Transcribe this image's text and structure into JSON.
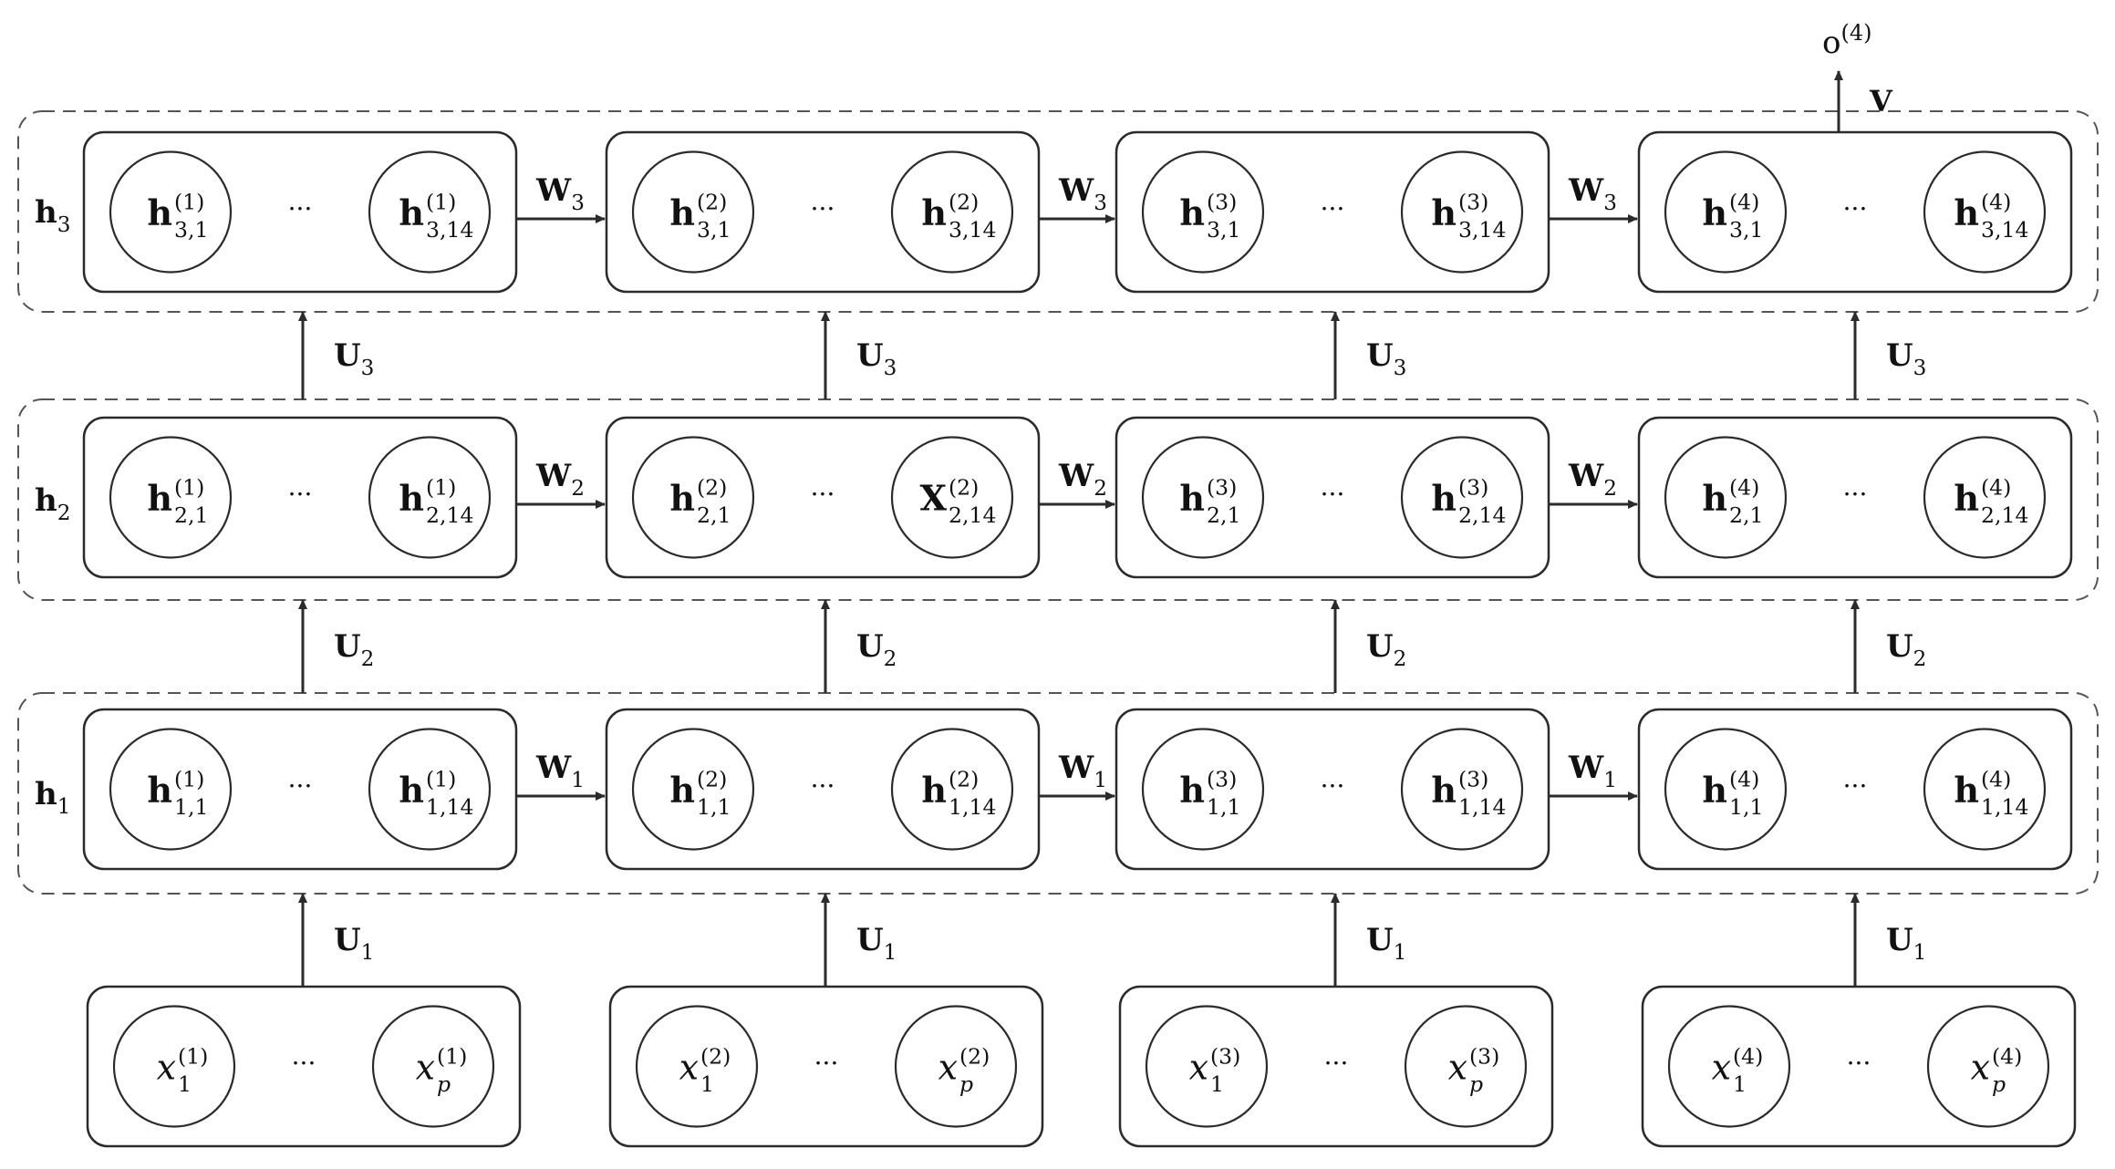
{
  "output": {
    "label": "o",
    "sup": "(4)",
    "weight_label": "V"
  },
  "layers": [
    {
      "label": "h",
      "label_sub": "3",
      "lateral_label": "W",
      "lateral_sub": "3",
      "upward_label": "U",
      "upward_sub": "3",
      "cells": [
        {
          "first": {
            "base": "h",
            "sub": "3,1",
            "sup": "(1)"
          },
          "ellipsis": "···",
          "last": {
            "base": "h",
            "sub": "3,14",
            "sup": "(1)"
          }
        },
        {
          "first": {
            "base": "h",
            "sub": "3,1",
            "sup": "(2)"
          },
          "ellipsis": "···",
          "last": {
            "base": "h",
            "sub": "3,14",
            "sup": "(2)"
          }
        },
        {
          "first": {
            "base": "h",
            "sub": "3,1",
            "sup": "(3)"
          },
          "ellipsis": "···",
          "last": {
            "base": "h",
            "sub": "3,14",
            "sup": "(3)"
          }
        },
        {
          "first": {
            "base": "h",
            "sub": "3,1",
            "sup": "(4)"
          },
          "ellipsis": "···",
          "last": {
            "base": "h",
            "sub": "3,14",
            "sup": "(4)"
          }
        }
      ]
    },
    {
      "label": "h",
      "label_sub": "2",
      "lateral_label": "W",
      "lateral_sub": "2",
      "upward_label": "U",
      "upward_sub": "2",
      "cells": [
        {
          "first": {
            "base": "h",
            "sub": "2,1",
            "sup": "(1)"
          },
          "ellipsis": "···",
          "last": {
            "base": "h",
            "sub": "2,14",
            "sup": "(1)"
          }
        },
        {
          "first": {
            "base": "h",
            "sub": "2,1",
            "sup": "(2)"
          },
          "ellipsis": "···",
          "last": {
            "base": "X",
            "sub": "2,14",
            "sup": "(2)"
          }
        },
        {
          "first": {
            "base": "h",
            "sub": "2,1",
            "sup": "(3)"
          },
          "ellipsis": "···",
          "last": {
            "base": "h",
            "sub": "2,14",
            "sup": "(3)"
          }
        },
        {
          "first": {
            "base": "h",
            "sub": "2,1",
            "sup": "(4)"
          },
          "ellipsis": "···",
          "last": {
            "base": "h",
            "sub": "2,14",
            "sup": "(4)"
          }
        }
      ]
    },
    {
      "label": "h",
      "label_sub": "1",
      "lateral_label": "W",
      "lateral_sub": "1",
      "upward_label": "U",
      "upward_sub": "1",
      "cells": [
        {
          "first": {
            "base": "h",
            "sub": "1,1",
            "sup": "(1)"
          },
          "ellipsis": "···",
          "last": {
            "base": "h",
            "sub": "1,14",
            "sup": "(1)"
          }
        },
        {
          "first": {
            "base": "h",
            "sub": "1,1",
            "sup": "(2)"
          },
          "ellipsis": "···",
          "last": {
            "base": "h",
            "sub": "1,14",
            "sup": "(2)"
          }
        },
        {
          "first": {
            "base": "h",
            "sub": "1,1",
            "sup": "(3)"
          },
          "ellipsis": "···",
          "last": {
            "base": "h",
            "sub": "1,14",
            "sup": "(3)"
          }
        },
        {
          "first": {
            "base": "h",
            "sub": "1,1",
            "sup": "(4)"
          },
          "ellipsis": "···",
          "last": {
            "base": "h",
            "sub": "1,14",
            "sup": "(4)"
          }
        }
      ]
    }
  ],
  "inputs": [
    {
      "first": {
        "base": "x",
        "sub": "1",
        "sup": "(1)"
      },
      "ellipsis": "···",
      "last": {
        "base": "x",
        "sub": "p",
        "sup": "(1)"
      }
    },
    {
      "first": {
        "base": "x",
        "sub": "1",
        "sup": "(2)"
      },
      "ellipsis": "···",
      "last": {
        "base": "x",
        "sub": "p",
        "sup": "(2)"
      }
    },
    {
      "first": {
        "base": "x",
        "sub": "1",
        "sup": "(3)"
      },
      "ellipsis": "···",
      "last": {
        "base": "x",
        "sub": "p",
        "sup": "(3)"
      }
    },
    {
      "first": {
        "base": "x",
        "sub": "1",
        "sup": "(4)"
      },
      "ellipsis": "···",
      "last": {
        "base": "x",
        "sub": "p",
        "sup": "(4)"
      }
    }
  ],
  "colors": {
    "stroke": "#2b2b2b",
    "dashed": "#555555",
    "text": "#111111",
    "background": "#ffffff"
  }
}
